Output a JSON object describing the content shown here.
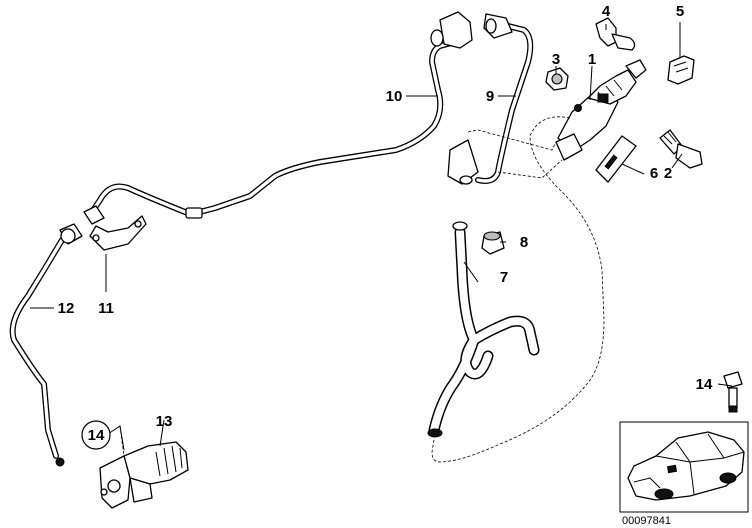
{
  "callouts": [
    {
      "id": "1",
      "label": "1"
    },
    {
      "id": "2",
      "label": "2"
    },
    {
      "id": "3",
      "label": "3"
    },
    {
      "id": "4",
      "label": "4"
    },
    {
      "id": "5",
      "label": "5"
    },
    {
      "id": "6",
      "label": "6"
    },
    {
      "id": "7",
      "label": "7"
    },
    {
      "id": "8",
      "label": "8"
    },
    {
      "id": "9",
      "label": "9"
    },
    {
      "id": "10",
      "label": "10"
    },
    {
      "id": "11",
      "label": "11"
    },
    {
      "id": "12",
      "label": "12"
    },
    {
      "id": "13",
      "label": "13"
    },
    {
      "id": "14a",
      "label": "14"
    },
    {
      "id": "14b",
      "label": "14"
    }
  ],
  "reference_number": "00097841"
}
